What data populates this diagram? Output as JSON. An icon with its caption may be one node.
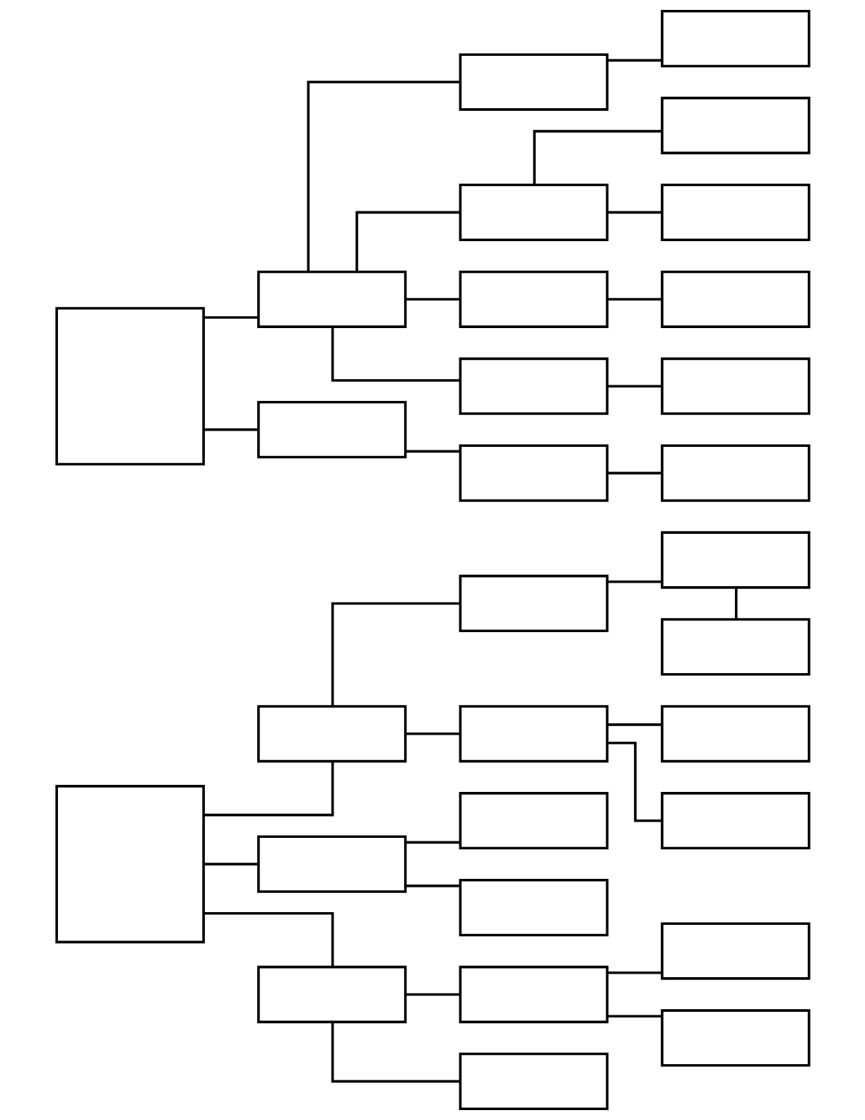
{
  "diagram": {
    "nodes": [
      {
        "text": [],
        "shape": "box"
      },
      {
        "text": [],
        "shape": "box"
      },
      {
        "text": [],
        "shape": "box"
      },
      {
        "text": [],
        "shape": "box"
      },
      {
        "text": [],
        "shape": "box"
      },
      {
        "text": [],
        "shape": "box"
      },
      {
        "text": [],
        "shape": "box"
      },
      {
        "text": [],
        "shape": "box"
      },
      {
        "text": [],
        "shape": "box"
      },
      {
        "text": [],
        "shape": "box"
      },
      {
        "text": [],
        "shape": "box"
      },
      {
        "text": [],
        "shape": "box"
      },
      {
        "text": [],
        "shape": "box"
      },
      {
        "text": [],
        "shape": "box"
      },
      {
        "text": [],
        "shape": "box"
      },
      {
        "text": [],
        "shape": "box"
      },
      {
        "text": [],
        "shape": "box"
      },
      {
        "text": [],
        "shape": "box"
      },
      {
        "text": [],
        "shape": "box"
      },
      {
        "text": [],
        "shape": "box"
      },
      {
        "text": [],
        "shape": "box"
      },
      {
        "text": [],
        "shape": "box"
      },
      {
        "text": [],
        "shape": "box"
      },
      {
        "text": [],
        "shape": "box"
      },
      {
        "text": [],
        "shape": "box"
      },
      {
        "text": [],
        "shape": "box"
      },
      {
        "text": [],
        "shape": "box"
      },
      {
        "text": [],
        "shape": "box"
      },
      {
        "text": [],
        "shape": "box"
      },
      {
        "text": [],
        "shape": "box"
      }
    ],
    "edges": [
      {
        "from": 0,
        "to": 1,
        "arrow": "none"
      },
      {
        "from": 0,
        "to": 8,
        "arrow": "none"
      },
      {
        "from": 0,
        "to": 11,
        "arrow": "none"
      },
      {
        "from": 1,
        "to": 2,
        "arrow": "none"
      },
      {
        "from": 1,
        "to": 5,
        "arrow": "none"
      },
      {
        "from": 2,
        "to": 3,
        "arrow": "none"
      },
      {
        "from": 3,
        "to": 4,
        "arrow": "none"
      },
      {
        "from": 5,
        "to": 6,
        "arrow": "none"
      },
      {
        "from": 5,
        "to": 7,
        "arrow": "none"
      },
      {
        "from": 8,
        "to": 9,
        "arrow": "none"
      },
      {
        "from": 8,
        "to": 10,
        "arrow": "none"
      },
      {
        "from": 11,
        "to": 12,
        "arrow": "none"
      },
      {
        "from": 11,
        "to": 15,
        "arrow": "none"
      },
      {
        "from": 12,
        "to": 13,
        "arrow": "none"
      },
      {
        "from": 12,
        "to": 14,
        "arrow": "none"
      },
      {
        "from": 16,
        "to": 17,
        "arrow": "none"
      },
      {
        "from": 16,
        "to": 27,
        "arrow": "none"
      },
      {
        "from": 17,
        "to": 18,
        "arrow": "none"
      },
      {
        "from": 17,
        "to": 20,
        "arrow": "none"
      },
      {
        "from": 17,
        "to": 23,
        "arrow": "none"
      },
      {
        "from": 17,
        "to": 25,
        "arrow": "none"
      },
      {
        "from": 18,
        "to": 19,
        "arrow": "none"
      },
      {
        "from": 20,
        "to": 21,
        "arrow": "none"
      },
      {
        "from": 20,
        "to": 22,
        "arrow": "none"
      },
      {
        "from": 23,
        "to": 24,
        "arrow": "none"
      },
      {
        "from": 25,
        "to": 26,
        "arrow": "none"
      },
      {
        "from": 27,
        "to": 28,
        "arrow": "none"
      },
      {
        "from": 28,
        "to": 29,
        "arrow": "none"
      }
    ]
  }
}
